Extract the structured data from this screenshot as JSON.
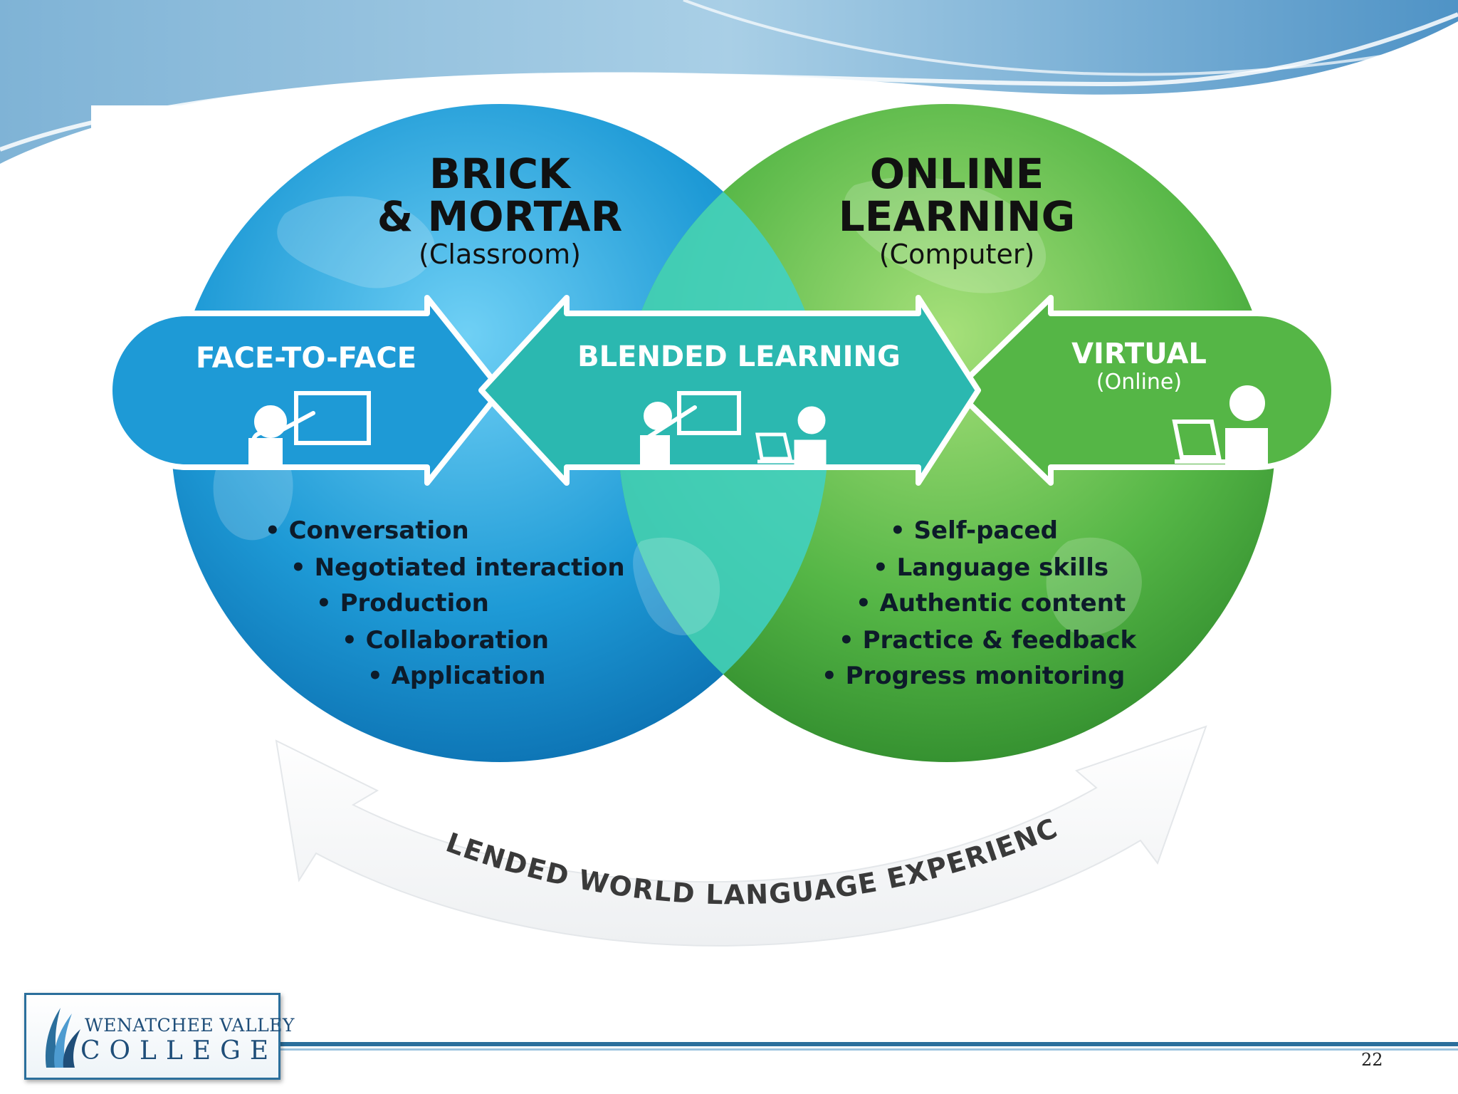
{
  "colors": {
    "blue": "#1e9ad6",
    "green": "#55b646",
    "teal": "#2bb8b0",
    "title_text": "#111111",
    "bullet_text": "#0d1b2a",
    "banner_text": "#ffffff"
  },
  "left_circle": {
    "title_line1": "BRICK",
    "title_line2": "& MORTAR",
    "subtitle": "(Classroom)",
    "bullets": [
      "• Conversation",
      "• Negotiated interaction",
      "• Production",
      "• Collaboration",
      "• Application"
    ]
  },
  "right_circle": {
    "title_line1": "ONLINE",
    "title_line2": "LEARNING",
    "subtitle": "(Computer)",
    "bullets": [
      "• Self-paced",
      "• Language skills",
      "• Authentic content",
      "• Practice & feedback",
      "• Progress monitoring"
    ]
  },
  "banners": {
    "face_to_face": "FACE-TO-FACE",
    "blended": "BLENDED LEARNING",
    "virtual": "VIRTUAL",
    "virtual_sub": "(Online)"
  },
  "icons": {
    "face_to_face": "teacher-at-board-icon",
    "blended_teacher": "teacher-at-board-icon",
    "blended_student": "student-at-laptop-icon",
    "virtual": "student-at-laptop-icon"
  },
  "curved_arrow_label": "BLENDED WORLD LANGUAGE EXPERIENCE",
  "logo": {
    "line1": "WENATCHEE VALLEY",
    "line2": "COLLEGE"
  },
  "page_number": "22"
}
